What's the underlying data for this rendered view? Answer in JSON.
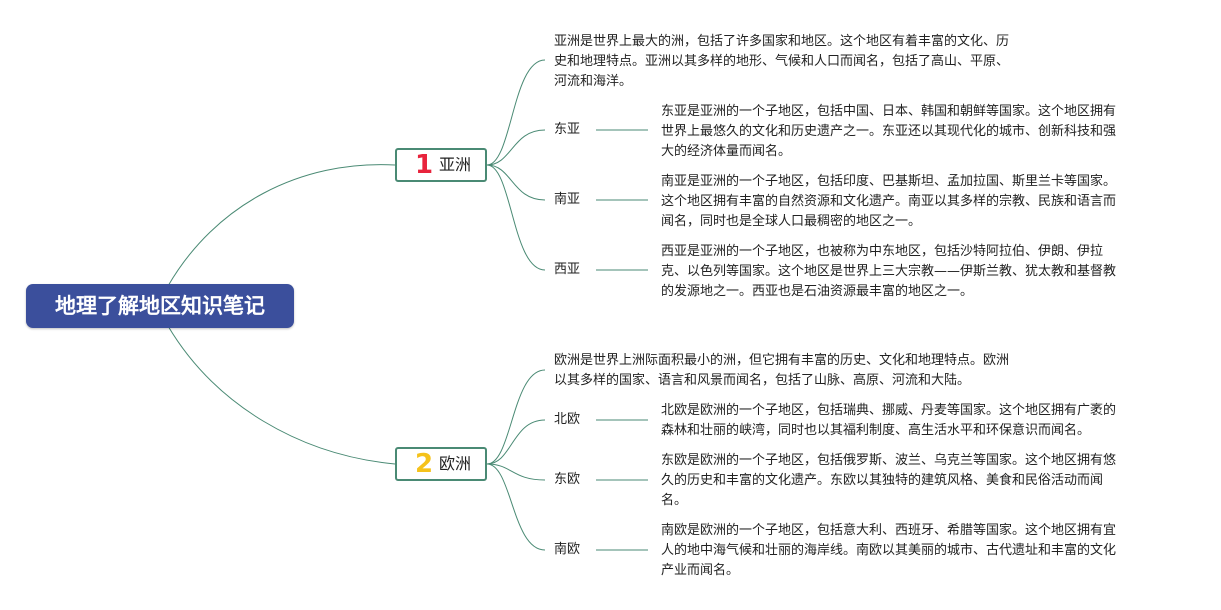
{
  "root": {
    "title": "地理了解地区知识笔记"
  },
  "branches": [
    {
      "number": "1",
      "label": "亚洲",
      "description": "亚洲是世界上最大的洲，包括了许多国家和地区。这个地区有着丰富的文化、历史和地理特点。亚洲以其多样的地形、气候和人口而闻名，包括了高山、平原、河流和海洋。",
      "description_lines": [
        "亚洲是世界上最大的洲，包括了许多国家和地区。这个地区有着丰富的文化、历",
        "史和地理特点。亚洲以其多样的地形、气候和人口而闻名，包括了高山、平原、",
        "河流和海洋。"
      ],
      "children": [
        {
          "label": "东亚",
          "lines": [
            "东亚是亚洲的一个子地区，包括中国、日本、韩国和朝鲜等国家。这个地区拥有",
            "世界上最悠久的文化和历史遗产之一。东亚还以其现代化的城市、创新科技和强",
            "大的经济体量而闻名。"
          ]
        },
        {
          "label": "南亚",
          "lines": [
            "南亚是亚洲的一个子地区，包括印度、巴基斯坦、孟加拉国、斯里兰卡等国家。",
            "这个地区拥有丰富的自然资源和文化遗产。南亚以其多样的宗教、民族和语言而",
            "闻名，同时也是全球人口最稠密的地区之一。"
          ]
        },
        {
          "label": "西亚",
          "lines": [
            "西亚是亚洲的一个子地区，也被称为中东地区，包括沙特阿拉伯、伊朗、伊拉",
            "克、以色列等国家。这个地区是世界上三大宗教——伊斯兰教、犹太教和基督教",
            "的发源地之一。西亚也是石油资源最丰富的地区之一。"
          ]
        }
      ]
    },
    {
      "number": "2",
      "label": "欧洲",
      "description_lines": [
        "欧洲是世界上洲际面积最小的洲，但它拥有丰富的历史、文化和地理特点。欧洲",
        "以其多样的国家、语言和风景而闻名，包括了山脉、高原、河流和大陆。"
      ],
      "children": [
        {
          "label": "北欧",
          "lines": [
            "北欧是欧洲的一个子地区，包括瑞典、挪威、丹麦等国家。这个地区拥有广袤的",
            "森林和壮丽的峡湾，同时也以其福利制度、高生活水平和环保意识而闻名。"
          ]
        },
        {
          "label": "东欧",
          "lines": [
            "东欧是欧洲的一个子地区，包括俄罗斯、波兰、乌克兰等国家。这个地区拥有悠",
            "久的历史和丰富的文化遗产。东欧以其独特的建筑风格、美食和民俗活动而闻",
            "名。"
          ]
        },
        {
          "label": "南欧",
          "lines": [
            "南欧是欧洲的一个子地区，包括意大利、西班牙、希腊等国家。这个地区拥有宜",
            "人的地中海气候和壮丽的海岸线。南欧以其美丽的城市、古代遗址和丰富的文化",
            "产业而闻名。"
          ]
        }
      ]
    }
  ],
  "colors": {
    "root_bg": "#3b4f9c",
    "connector": "#4a8a74",
    "num1": "#e8233c",
    "num2": "#f5c21b"
  }
}
